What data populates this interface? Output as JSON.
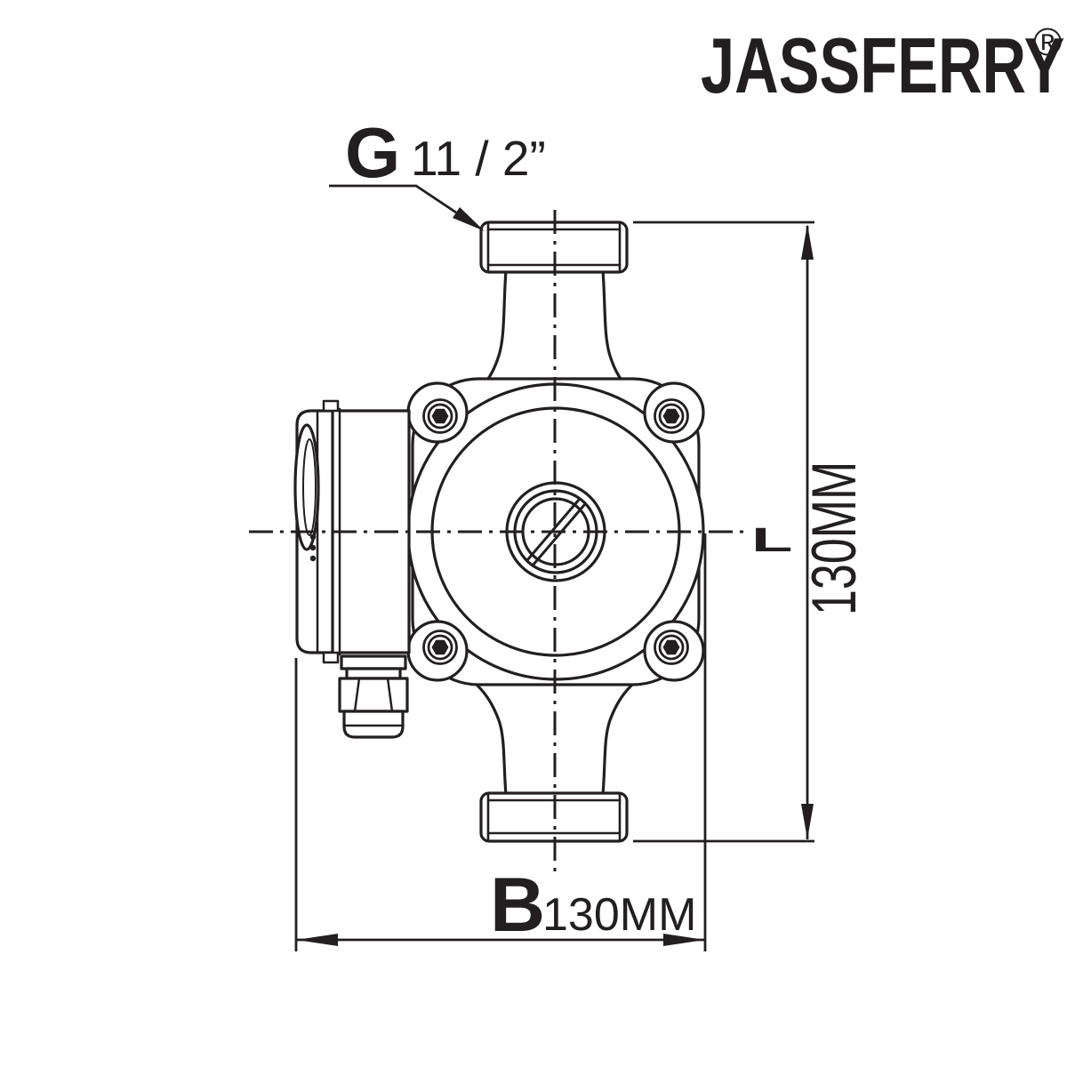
{
  "brand": {
    "name": "JASSFERRY",
    "registered_mark": "®"
  },
  "drawing": {
    "subject": "circulator-pump-side-view-technical-drawing",
    "thread_label": {
      "symbol": "G",
      "size": "11 / 2”"
    },
    "height_dimension": {
      "symbol": "L",
      "value": "130MM"
    },
    "width_dimension": {
      "symbol": "B",
      "value": "130MM"
    },
    "colors": {
      "ink": "#231f20",
      "paper": "#ffffff"
    }
  }
}
